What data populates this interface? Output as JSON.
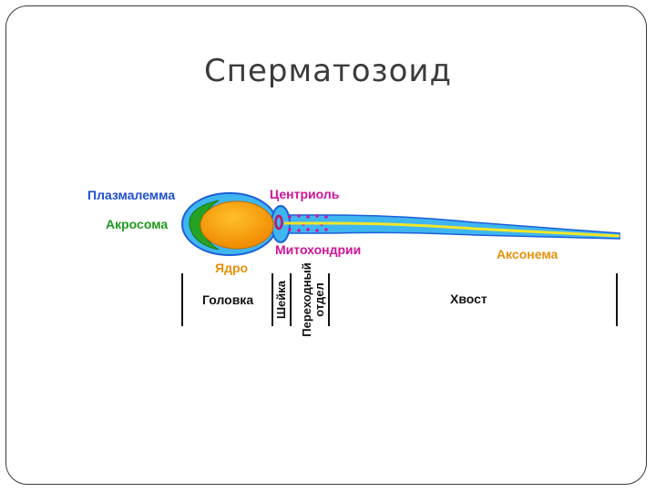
{
  "slide": {
    "title": "Сперматозоид"
  },
  "labels": {
    "plasmalemma": "Плазмалемма",
    "acrosome": "Акросома",
    "nucleus": "Ядро",
    "centriole": "Центриоль",
    "mitochondria": "Митохондрии",
    "axoneme": "Аксонема"
  },
  "sections": {
    "head": "Головка",
    "neck": "Шейка",
    "transitional_line1": "Переходный",
    "transitional_line2": "отдел",
    "tail": "Хвост"
  },
  "colors": {
    "plasmalemma": "#1f4fd0",
    "acrosome": "#1f9a1f",
    "nucleus": "#e8900c",
    "centriole": "#d0149a",
    "mitochondria": "#d0149a",
    "axoneme": "#e8900c",
    "membrane_fill": "#3fb6f0",
    "membrane_stroke": "#1d5fd8"
  }
}
